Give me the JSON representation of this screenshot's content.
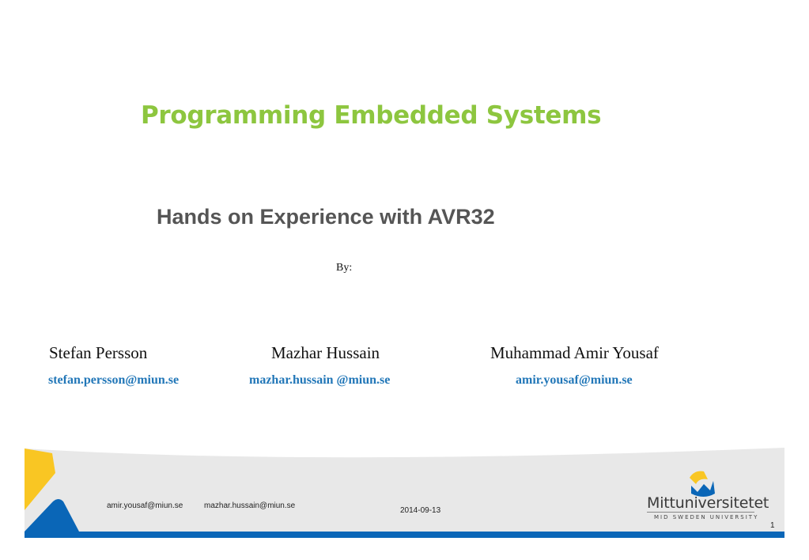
{
  "slide": {
    "title": "Programming Embedded Systems",
    "subtitle": "Hands on Experience with AVR32",
    "by_label": "By:",
    "authors": [
      {
        "name": "Stefan Persson",
        "email": "stefan.persson@miun.se"
      },
      {
        "name": "Mazhar Hussain",
        "email": "mazhar.hussain @miun.se"
      },
      {
        "name": "Muhammad Amir Yousaf",
        "email": "amir.yousaf@miun.se"
      }
    ]
  },
  "footer": {
    "emails": [
      "amir.yousaf@miun.se",
      "mazhar.hussain@miun.se"
    ],
    "date": "2014-09-13",
    "page_number": "1",
    "logo": {
      "name": "Mittuniversitetet",
      "tagline": "MID SWEDEN UNIVERSITY"
    }
  },
  "colors": {
    "title_green": "#8dc63f",
    "subtitle_gray": "#555555",
    "email_blue": "#2277b8",
    "brand_yellow": "#f9c623",
    "brand_blue": "#0a66b7",
    "footer_gray": "#e8e8e8"
  }
}
